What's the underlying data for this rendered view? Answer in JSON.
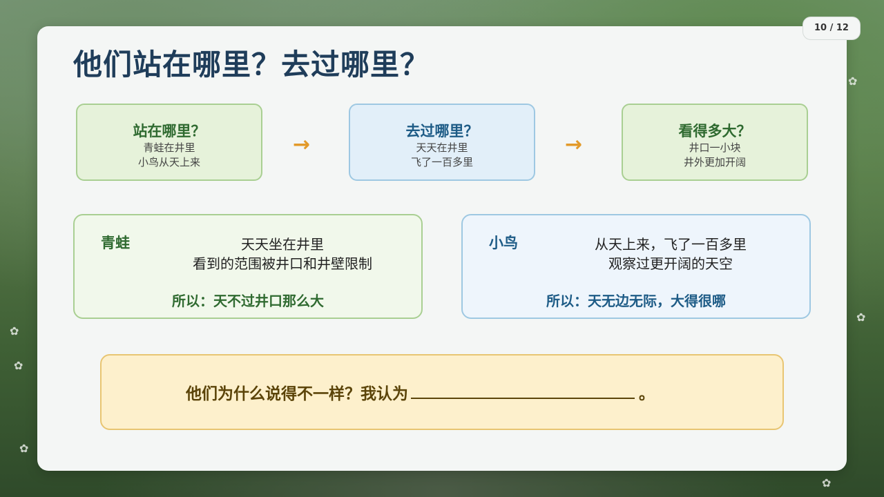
{
  "page_counter": "10 / 12",
  "title": "他们站在哪里？去过哪里？",
  "steps": [
    {
      "title": "站在哪里？",
      "lines": [
        "青蛙在井里",
        "小鸟从天上来"
      ]
    },
    {
      "title": "去过哪里？",
      "lines": [
        "天天在井里",
        "飞了一百多里"
      ]
    },
    {
      "title": "看得多大？",
      "lines": [
        "井口一小块",
        "井外更加开阔"
      ]
    }
  ],
  "arrow_glyph": "→",
  "frog": {
    "name": "青蛙",
    "lines": [
      "天天坐在井里",
      "看到的范围被井口和井壁限制"
    ],
    "conclusion": "所以：天不过井口那么大"
  },
  "bird": {
    "name": "小鸟",
    "lines": [
      "从天上来，飞了一百多里",
      "观察过更开阔的天空"
    ],
    "conclusion": "所以：天无边无际，大得很哪"
  },
  "prompt": {
    "text": "他们为什么说得不一样？我认为",
    "end": "。"
  },
  "colors": {
    "title": "#1f3d5a",
    "green_accent": "#2f6a30",
    "blue_accent": "#1d5b86",
    "arrow": "#e29a2a",
    "prompt_text": "#5b4409",
    "prompt_bg": "#fdf0cc"
  }
}
